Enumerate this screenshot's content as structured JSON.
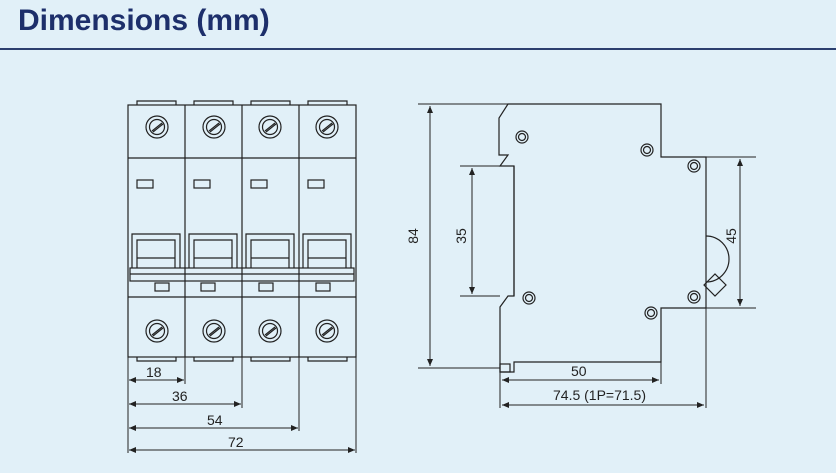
{
  "title": "Dimensions (mm)",
  "front_view": {
    "dims": {
      "d18": "18",
      "d36": "36",
      "d54": "54",
      "d72": "72"
    }
  },
  "side_view": {
    "dims": {
      "height": "84",
      "rail_inner": "35",
      "right_height": "45",
      "depth_50": "50",
      "depth_total": "74.5 (1P=71.5)"
    }
  }
}
